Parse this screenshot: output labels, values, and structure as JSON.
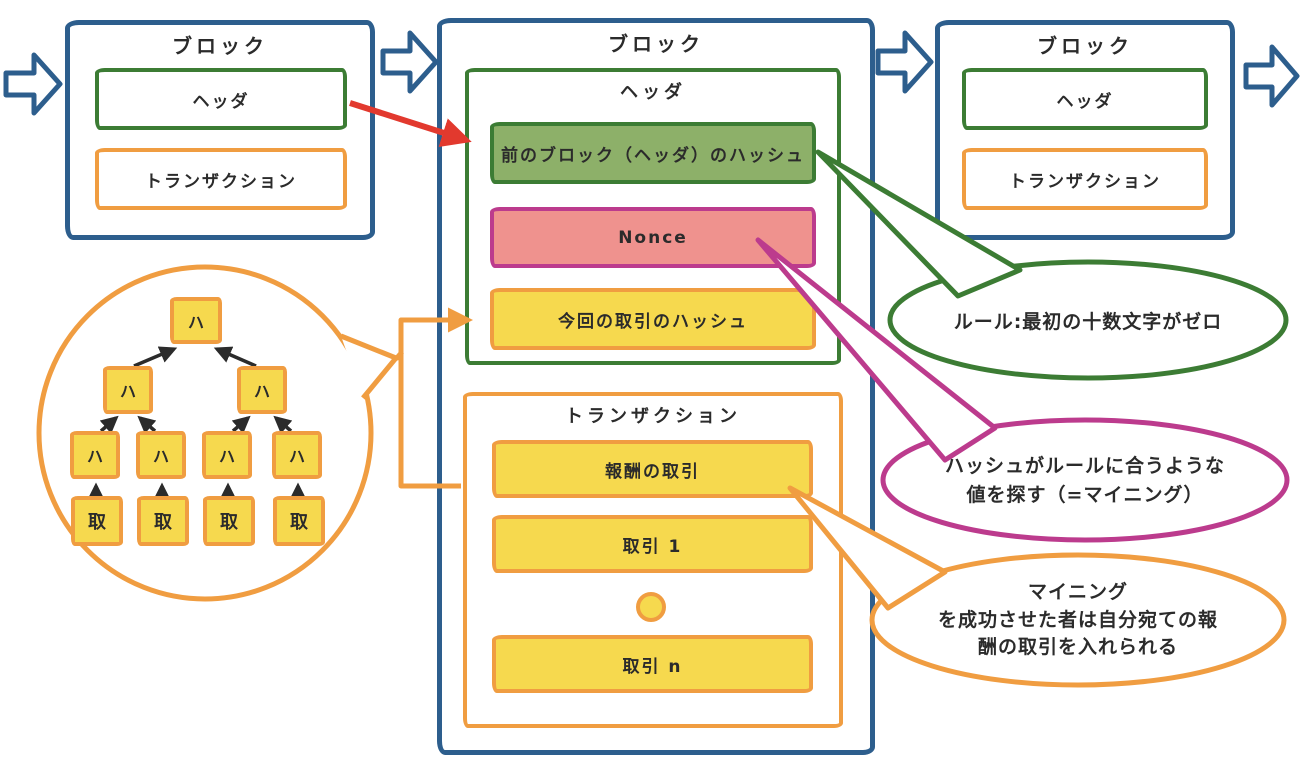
{
  "blocks": {
    "left": {
      "title": "ブロック",
      "header": "ヘッダ",
      "transactions": "トランザクション"
    },
    "middle": {
      "title": "ブロック",
      "header_section": {
        "title": "ヘッダ",
        "prev_hash": "前のブロック（ヘッダ）のハッシュ",
        "nonce": "Nonce",
        "tx_hash": "今回の取引のハッシュ"
      },
      "tx_section": {
        "title": "トランザクション",
        "reward_tx": "報酬の取引",
        "tx_1": "取引 1",
        "tx_n": "取引 n"
      }
    },
    "right": {
      "title": "ブロック",
      "header": "ヘッダ",
      "transactions": "トランザクション"
    }
  },
  "merkle_tree": {
    "hash_node_label": "ハ",
    "tx_node_label": "取"
  },
  "callouts": {
    "rule": {
      "text": "ルール:最初の十数文字がゼロ"
    },
    "mining": {
      "line1": "ハッシュがルールに合うような",
      "line2": "値を探す（=マイニング）"
    },
    "reward": {
      "line1": "マイニング",
      "line2": "を成功させた者は自分宛ての報",
      "line3": "酬の取引を入れられる"
    }
  },
  "colors": {
    "flow_blue": "#2d5e8d",
    "green": "#3c7c34",
    "green_fill": "#8db069",
    "orange": "#f09d41",
    "yellow_fill": "#f6d94e",
    "magenta": "#bc3b8d",
    "pink_fill": "#ef928e",
    "red": "#e2392e",
    "ink": "#2b2b2b"
  }
}
